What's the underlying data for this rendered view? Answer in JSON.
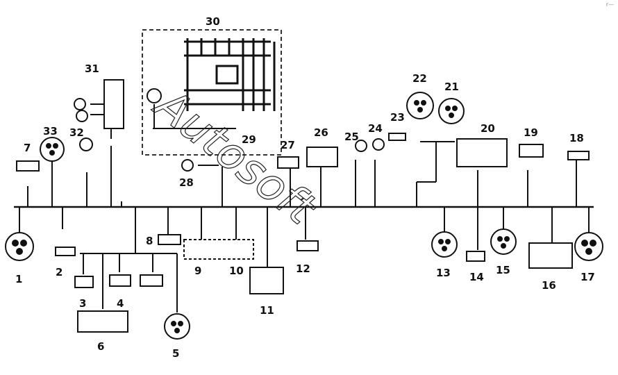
{
  "watermark": "Autosoft",
  "corner_mark": "r—",
  "callouts": [
    "1",
    "2",
    "3",
    "4",
    "5",
    "6",
    "7",
    "8",
    "9",
    "10",
    "11",
    "12",
    "13",
    "14",
    "15",
    "16",
    "17",
    "18",
    "19",
    "20",
    "21",
    "22",
    "23",
    "24",
    "25",
    "26",
    "27",
    "28",
    "29",
    "30",
    "31",
    "32",
    "33"
  ],
  "component_icons": {
    "round_connector": "round-connector-icon",
    "rect_connector": "rect-connector-icon",
    "fuse_block": "fuse-block-icon",
    "relay": "relay-icon",
    "switch": "switch-icon"
  }
}
